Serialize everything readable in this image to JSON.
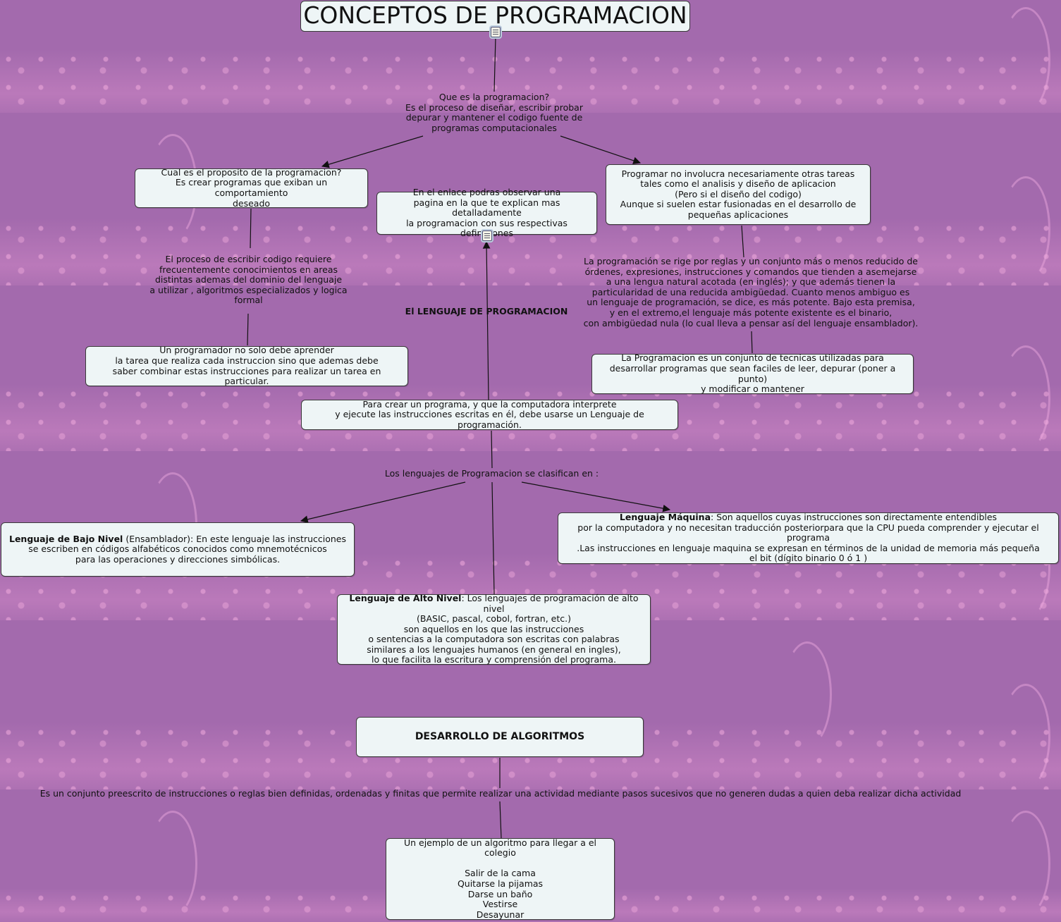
{
  "title": "CONCEPTOS DE PROGRAMACION",
  "nodes": {
    "que_es": "Que es la programacion?\nEs el proceso de diseñar, escribir probar\ndepurar y mantener el codigo fuente de\nprogramas computacionales",
    "proposito": "Cual es el proposito de la programacion?\nEs crear programas que exiban un comportamiento\ndeseado",
    "enlace": "En el enlace podras observar una\npagina en la que te explican mas detalladamente\nla programacion con sus respectivas definiciones",
    "no_involucra": "Programar no involucra necesariamente otras tareas\ntales como el analisis y diseño de aplicacion\n(Pero si el diseño del codigo)\nAunque si suelen estar fusionadas en el desarrollo de\npequeñas aplicaciones",
    "proceso": "El proceso de escribir codigo requiere\nfrecuentemente conocimientos en areas\ndistintas ademas del dominio del lenguaje\na utilizar , algoritmos especializados y logica\nformal",
    "reglas": "La programación se rige por reglas y un conjunto más o menos reducido de\nórdenes, expresiones, instrucciones y comandos que tienden a asemejarse\na una lengua natural acotada (en inglés); y que además tienen la\nparticularidad de una reducida ambigüedad. Cuanto menos ambiguo es\nun lenguaje de programación, se dice, es más potente. Bajo esta premisa,\ny en el extremo,el lenguaje más potente existente es el binario,\ncon ambigüedad nula (lo cual lleva a pensar así del lenguaje ensamblador).",
    "lenguaje_prog": "El LENGUAJE DE PROGRAMACION",
    "programador": "Un programador no solo debe aprender\nla tarea que realiza cada instruccion sino que ademas debe\nsaber combinar estas instrucciones para realizar un tarea en particular.",
    "tecnicas": "La Programacion es un conjunto de tecnicas utilizadas para\ndesarrollar programas que sean faciles de leer, depurar (poner a punto)\ny modificar o mantener",
    "crear": "Para crear un programa, y que la computadora interprete\ny ejecute las instrucciones escritas en él, debe usarse un Lenguaje de programación.",
    "clasifican": "Los lenguajes de Programacion se clasifican en :",
    "bajo_nivel_bold": "Lenguaje de Bajo Nivel",
    "bajo_nivel_rest": " (Ensamblador): En este lenguaje las instrucciones\nse escriben en códigos alfabéticos conocidos como mnemotécnicos\npara las operaciones y direcciones simbólicas.",
    "maquina_bold": "Lenguaje Máquina",
    "maquina_rest": ": Son aquellos cuyas instrucciones son directamente entendibles\npor la computadora y no necesitan traducción posteriorpara que la CPU pueda comprender y ejecutar el programa\n.Las instrucciones en lenguaje maquina se expresan en términos de la unidad de memoria más pequeña\nel bit (dígito binario 0 ó 1 )",
    "alto_nivel_bold": "Lenguaje de Alto Nivel",
    "alto_nivel_rest": ": Los lenguajes de programación de alto nivel\n(BASIC, pascal, cobol, fortran, etc.)\nson aquellos en los que las instrucciones\no sentencias a la computadora son escritas con palabras\nsimilares a los lenguajes humanos (en general en ingles),\nlo que facilita la escritura y comprensión del programa.",
    "algoritmos": "DESARROLLO DE ALGORITMOS",
    "algoritmo_def": "Es un conjunto preescrito de instrucciones o reglas bien definidas, ordenadas y finitas que permite realizar una actividad mediante pasos sucesivos que no generen dudas a quien deba realizar dicha actividad",
    "ejemplo": "Un ejemplo de un algoritmo para llegar a el colegio\n\nSalir de la cama\nQuitarse la pijamas\nDarse un baño\nVestirse\nDesayunar"
  },
  "colors": {
    "background": "#a36aad",
    "node_fill": "#eef5f6",
    "node_border": "#3a3a3a",
    "link": "#111111"
  }
}
